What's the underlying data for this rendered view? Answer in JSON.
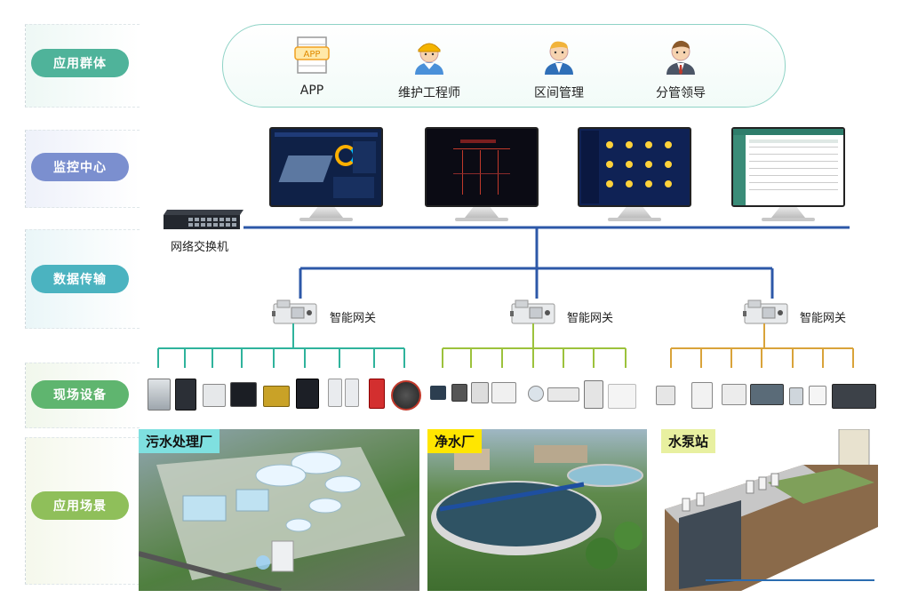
{
  "layers": {
    "app_group": "应用群体",
    "monitor_center": "监控中心",
    "data_transfer": "数据传输",
    "field_devices": "现场设备",
    "app_scenes": "应用场景"
  },
  "roles": [
    {
      "label": "APP",
      "icon": "app-icon",
      "badge": "APP"
    },
    {
      "label": "维护工程师",
      "icon": "engineer-icon"
    },
    {
      "label": "区间管理",
      "icon": "manager-icon"
    },
    {
      "label": "分管领导",
      "icon": "leader-icon"
    }
  ],
  "switch_label": "网络交换机",
  "gateways": [
    {
      "label": "智能网关"
    },
    {
      "label": "智能网关"
    },
    {
      "label": "智能网关"
    }
  ],
  "scenes": [
    {
      "label": "污水处理厂"
    },
    {
      "label": "净水厂"
    },
    {
      "label": "水泵站"
    }
  ],
  "colors": {
    "app_pill": "#4fb39a",
    "monitor_pill": "#7b8fcf",
    "transfer_pill": "#4bb3c0",
    "device_pill": "#5fb56f",
    "scene_pill": "#8fbf5a",
    "trunk": "#2d58a8",
    "bus_green": "#2fb39c",
    "bus_lime": "#9cc23c",
    "bus_gold": "#d9a33a",
    "scene1_label_bg": "#7fe0e0",
    "scene2_label_bg": "#ffe600",
    "scene3_label_bg": "#e8f0a0"
  }
}
